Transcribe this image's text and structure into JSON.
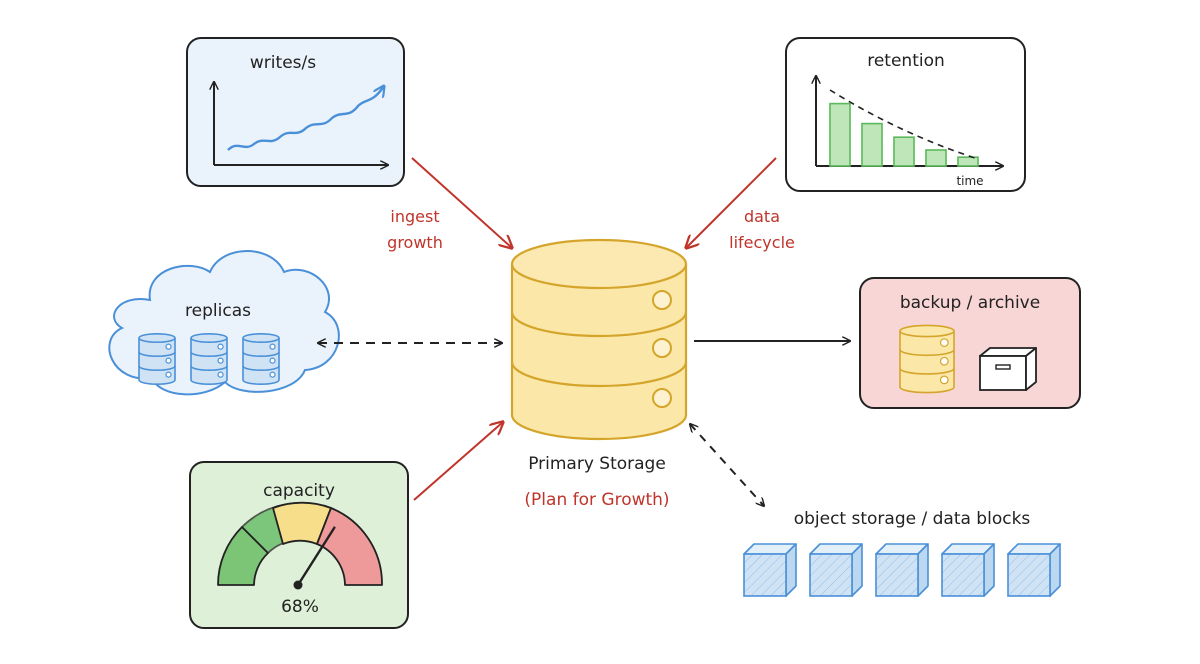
{
  "colors": {
    "stroke": "#222222",
    "red": "#c0342b",
    "blue_panel": "#eaf3fb",
    "blue": "#4a90d9",
    "blue_fill": "#cfe3f5",
    "green_panel": "#dff0d8",
    "green": "#5cb85c",
    "green_bar": "#bfe6b8",
    "pink_panel": "#f9d6d6",
    "yellow": "#d4a52a",
    "yellow_fill": "#fbe7a8",
    "gauge_green": "#7cc576",
    "gauge_yellow": "#f6de8a",
    "gauge_red": "#ee9a9a"
  },
  "primary": {
    "title": "Primary Storage",
    "subtitle": "(Plan for Growth)"
  },
  "writes": {
    "title": "writes/s",
    "icon": "line-chart-icon"
  },
  "retention": {
    "title": "retention",
    "axis_label": "time",
    "bars": [
      0.78,
      0.53,
      0.36,
      0.2,
      0.11
    ]
  },
  "replicas": {
    "title": "replicas",
    "icon": "database-icon"
  },
  "backup": {
    "title": "backup / archive",
    "icons": [
      "database-icon",
      "box-icon"
    ]
  },
  "capacity": {
    "title": "capacity",
    "value_label": "68%",
    "value": 0.68
  },
  "object_storage": {
    "title": "object storage / data blocks",
    "block_count": 5
  },
  "arrows": {
    "ingest": [
      "ingest",
      "growth"
    ],
    "lifecycle": [
      "data",
      "lifecycle"
    ]
  }
}
